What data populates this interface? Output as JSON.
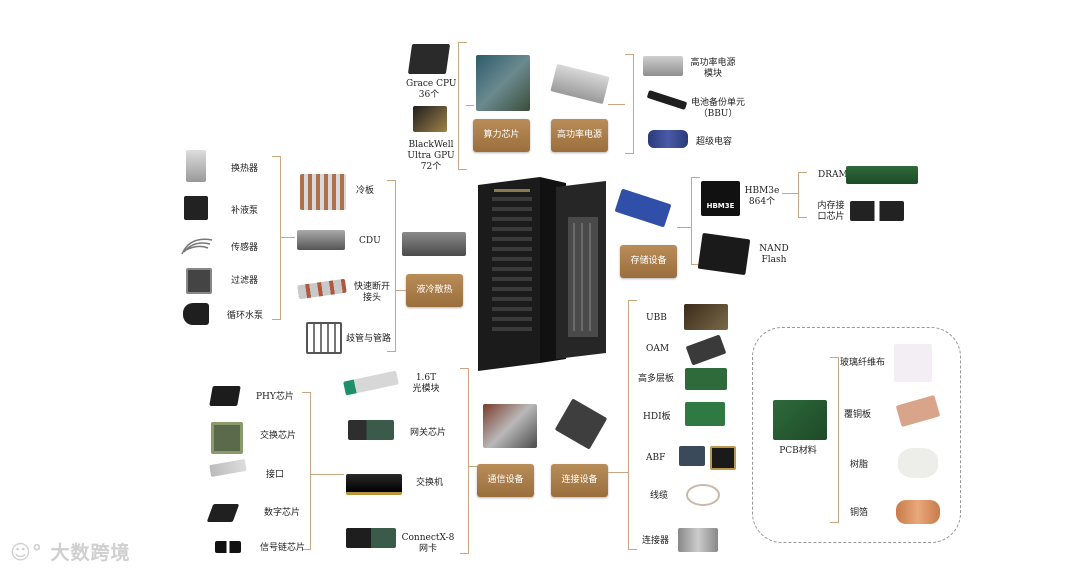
{
  "center": {
    "compute": "算力芯片",
    "power": "高功率电源",
    "storage": "存储设备",
    "cooling": "液冷散热",
    "comm": "通信设备",
    "connect": "连接设备"
  },
  "compute_items": {
    "cpu": "Grace CPU",
    "cpu_count": "36个",
    "gpu1": "BlackWell",
    "gpu2": "Ultra GPU",
    "gpu_count": "72个"
  },
  "power_items": {
    "hp1": "高功率电源",
    "hp2": "模块",
    "bbu1": "电池备份单元",
    "bbu2": "（BBU）",
    "cap": "超级电容"
  },
  "storage_items": {
    "hbm": "HBM3e",
    "hbm_count": "864个",
    "hbm_chip_text": "HBM3E",
    "dram": "DRAM",
    "mem1": "内存接",
    "mem2": "口芯片",
    "nand1": "NAND",
    "nand2": "Flash"
  },
  "cooling_items": {
    "cold_plate": "冷板",
    "cdu": "CDU",
    "qd1": "快速断开",
    "qd2": "接头",
    "pipe": "歧管与管路"
  },
  "cooling_sub": {
    "hx": "换热器",
    "fill_pump": "补液泵",
    "sensor": "传感器",
    "filter": "过滤器",
    "circ_pump": "循环水泵"
  },
  "comm_items": {
    "opt1": "1.6T",
    "opt2": "光模块",
    "gateway": "网关芯片",
    "switch": "交换机",
    "nic1": "ConnectX-8",
    "nic2": "网卡"
  },
  "comm_sub": {
    "phy": "PHY芯片",
    "switch_chip": "交换芯片",
    "port": "接口",
    "digital": "数字芯片",
    "signal": "信号链芯片"
  },
  "connect_items": {
    "ubb": "UBB",
    "oam": "OAM",
    "hlb": "高多层板",
    "hdi": "HDI板",
    "abf": "ABF",
    "cable": "线缆",
    "connector": "连接器"
  },
  "pcb": {
    "label": "PCB材料",
    "glass": "玻璃纤维布",
    "ccl": "覆铜板",
    "resin": "树脂",
    "foil": "铜箔"
  },
  "watermark": "大数跨境"
}
